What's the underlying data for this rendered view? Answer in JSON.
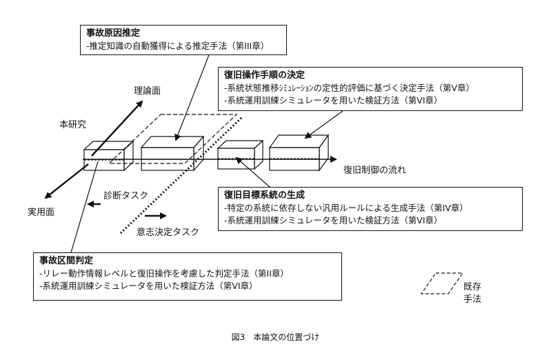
{
  "boxes": {
    "cause": {
      "title": "事故原因推定",
      "lines": [
        "-推定知識の自動獲得による推定手法（第III章）"
      ]
    },
    "procedure": {
      "title": "復旧操作手順の決定",
      "lines": [
        "-系統状態推移ｼﾐｭﾚｰｼｮﾝの定性的評価に基づく決定手法（第V章）",
        "-系統運用訓練シミュレータを用いた検証方法（第VI章）"
      ]
    },
    "target": {
      "title": "復旧目標系統の生成",
      "lines": [
        "-特定の系統に依存しない汎用ルールによる生成手法（第IV章）",
        "-系統運用訓練シミュレータを用いた検証方法（第VI章）"
      ]
    },
    "section": {
      "title": "事故区間判定",
      "lines": [
        "-リレー動作情報レベルと復旧操作を考慮した判定手法（第II章）",
        "-系統運用訓練シミュレータを用いた検証方法（第VI章）"
      ]
    }
  },
  "labels": {
    "theory": "理論面",
    "this_study": "本研究",
    "practical": "実用面",
    "diagnosis_task": "診断タスク",
    "decision_task": "意志決定タスク",
    "flow": "復旧制御の流れ"
  },
  "legend": {
    "line1": "既存",
    "line2": "手法"
  },
  "caption": "図3　本論文の位置づけ"
}
